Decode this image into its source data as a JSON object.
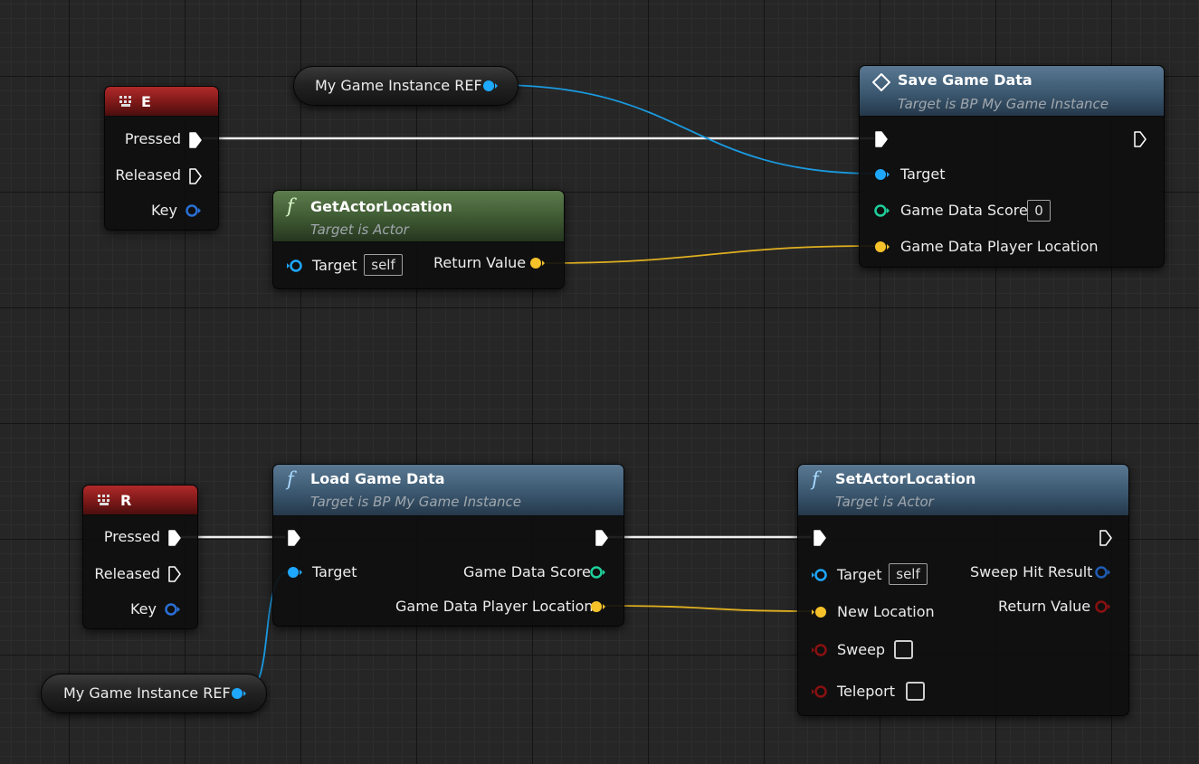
{
  "colors": {
    "exec": "#ffffff",
    "object_pin": "#1ea8ff",
    "object_pin_dark": "#1f5bb4",
    "vector_pin": "#f5c22a",
    "int_pin": "#1fcf9a",
    "bool_pin": "#8a1010",
    "object_wire": "#1a9ae0",
    "vector_wire": "#e0b020",
    "exec_wire": "#f0f0f0"
  },
  "icons": {
    "function": "f",
    "key_event": "keyboard-icon",
    "event_function": "diamond-icon"
  },
  "e_event": {
    "title": "E",
    "pins": {
      "pressed": "Pressed",
      "released": "Released",
      "key": "Key"
    }
  },
  "r_event": {
    "title": "R",
    "pins": {
      "pressed": "Pressed",
      "released": "Released",
      "key": "Key"
    }
  },
  "var_top": {
    "label": "My Game Instance REF"
  },
  "var_bottom": {
    "label": "My Game Instance REF"
  },
  "get_actor_location": {
    "title": "GetActorLocation",
    "subtitle": "Target is Actor",
    "pins": {
      "target": "Target",
      "target_default": "self",
      "return_value": "Return Value"
    }
  },
  "save_game_data": {
    "title": "Save Game Data",
    "subtitle": "Target is BP My Game Instance",
    "pins": {
      "target": "Target",
      "score": "Game Data Score",
      "score_default": "0",
      "location": "Game Data Player Location"
    }
  },
  "load_game_data": {
    "title": "Load Game Data",
    "subtitle": "Target is BP My Game Instance",
    "pins": {
      "target": "Target",
      "score": "Game Data Score",
      "location": "Game Data Player Location"
    }
  },
  "set_actor_location": {
    "title": "SetActorLocation",
    "subtitle": "Target is Actor",
    "pins": {
      "target": "Target",
      "target_default": "self",
      "new_location": "New Location",
      "sweep": "Sweep",
      "teleport": "Teleport",
      "sweep_hit_result": "Sweep Hit Result",
      "return_value": "Return Value"
    }
  }
}
